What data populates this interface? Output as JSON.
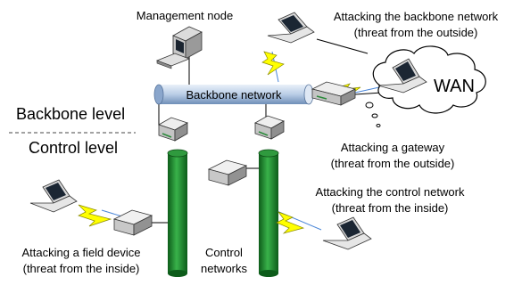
{
  "labels": {
    "management_node": "Management node",
    "attack_backbone_line1": "Attacking the backbone network",
    "attack_backbone_line2": "(threat from the outside)",
    "wan": "WAN",
    "backbone_network": "Backbone network",
    "backbone_level": "Backbone level",
    "control_level": "Control level",
    "attack_gateway_line1": "Attacking a gateway",
    "attack_gateway_line2": "(threat from the outside)",
    "attack_control_line1": "Attacking the control network",
    "attack_control_line2": "(threat from the inside)",
    "attack_field_line1": "Attacking a field device",
    "attack_field_line2": "(threat from the inside)",
    "control_networks_line1": "Control",
    "control_networks_line2": "networks"
  },
  "colors": {
    "backbone_pipe": "#b9cde6",
    "control_pipe": "#1f8a2e",
    "lightning": "#ffff00",
    "link_blue": "#4a86d8"
  },
  "icons": [
    "computer-icon",
    "laptop-icon",
    "router-icon",
    "cloud-icon",
    "lightning-icon"
  ]
}
